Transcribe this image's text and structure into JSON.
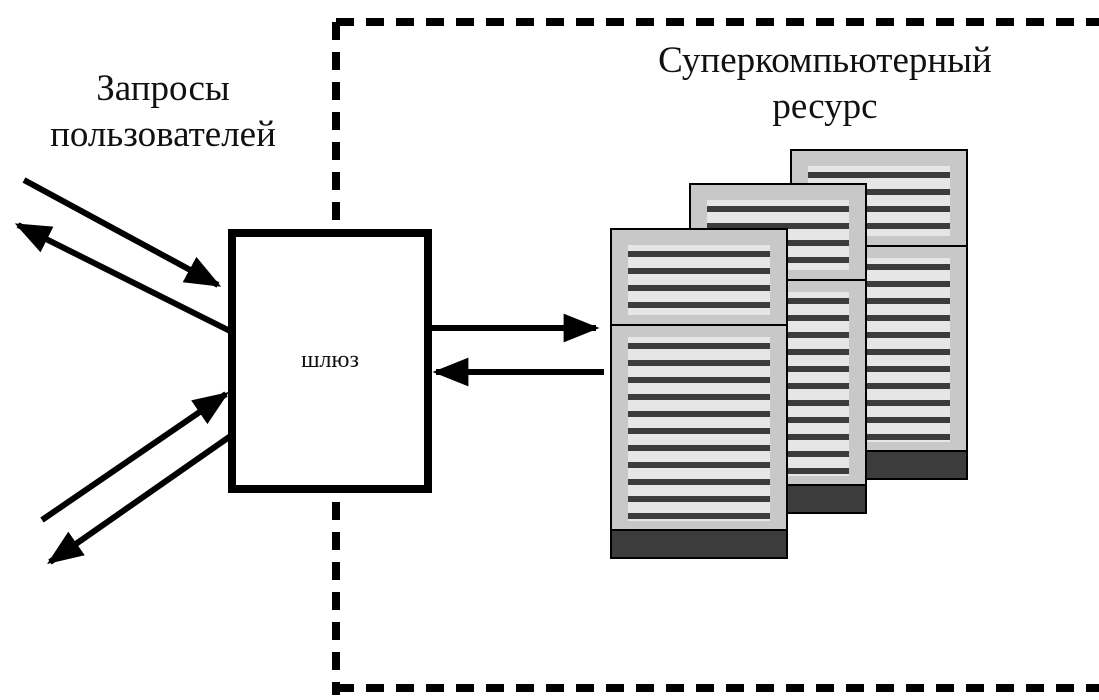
{
  "labels": {
    "user_requests": [
      "Запросы",
      "пользователей"
    ],
    "supercomputer": [
      "Суперкомпьютерный",
      "ресурс"
    ],
    "gateway": "шлюз"
  },
  "colors": {
    "line": "#000000",
    "server_panel": "#c8c8c8",
    "server_stripe_light": "#e6e6e6",
    "server_stripe_dark": "#3c3c3c",
    "server_base": "#3c3c3c"
  },
  "icons": {
    "server": "server-rack-icon"
  }
}
